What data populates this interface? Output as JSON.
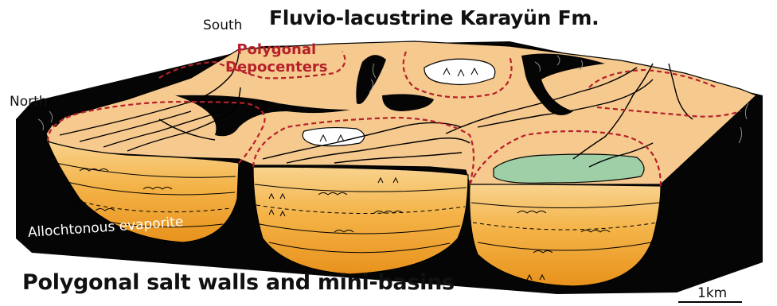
{
  "labels": {
    "title_top": "Fluvio-lacustrine Karayün Fm.",
    "south": "South",
    "north": "North",
    "polygonal_depocenters_line1": "Polygonal",
    "polygonal_depocenters_line2": "Depocenters",
    "allochtonous": "Allochtonous evaporite",
    "title_bottom": "Polygonal salt walls and mini-basins",
    "scale": "1km"
  },
  "colors": {
    "surface": "#f6c98f",
    "salt": "#050505",
    "depocenter_line": "#b5202a",
    "basin_light": "#f8cf83",
    "basin_mid": "#f3ad3c",
    "basin_dark": "#e8921c",
    "lake": "#9fcfa7",
    "evaporite_pond": "#ffffff"
  }
}
